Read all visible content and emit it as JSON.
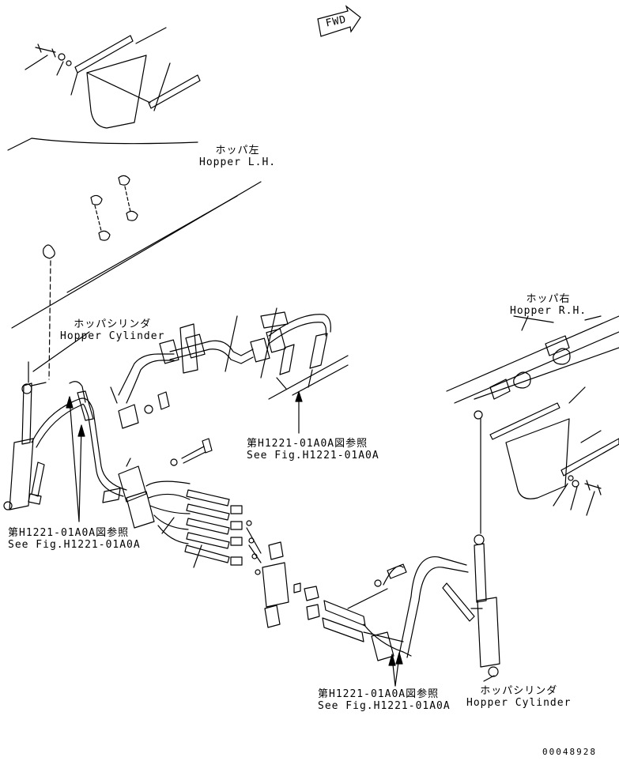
{
  "fwd_label": "FWD",
  "labels": {
    "hopper_lh_jp": "ホッパ左",
    "hopper_lh_en": "Hopper L.H.",
    "hopper_rh_jp": "ホッパ右",
    "hopper_rh_en": "Hopper R.H.",
    "cyl_left_jp": "ホッパシリンダ",
    "cyl_left_en": "Hopper Cylinder",
    "cyl_right_jp": "ホッパシリンダ",
    "cyl_right_en": "Hopper Cylinder"
  },
  "refs": {
    "center_jp": "第H1221-01A0A図参照",
    "center_en": "See Fig.H1221-01A0A",
    "left_jp": "第H1221-01A0A図参照",
    "left_en": "See Fig.H1221-01A0A",
    "bottom_jp": "第H1221-01A0A図参照",
    "bottom_en": "See Fig.H1221-01A0A"
  },
  "drawing_number": "00048928"
}
